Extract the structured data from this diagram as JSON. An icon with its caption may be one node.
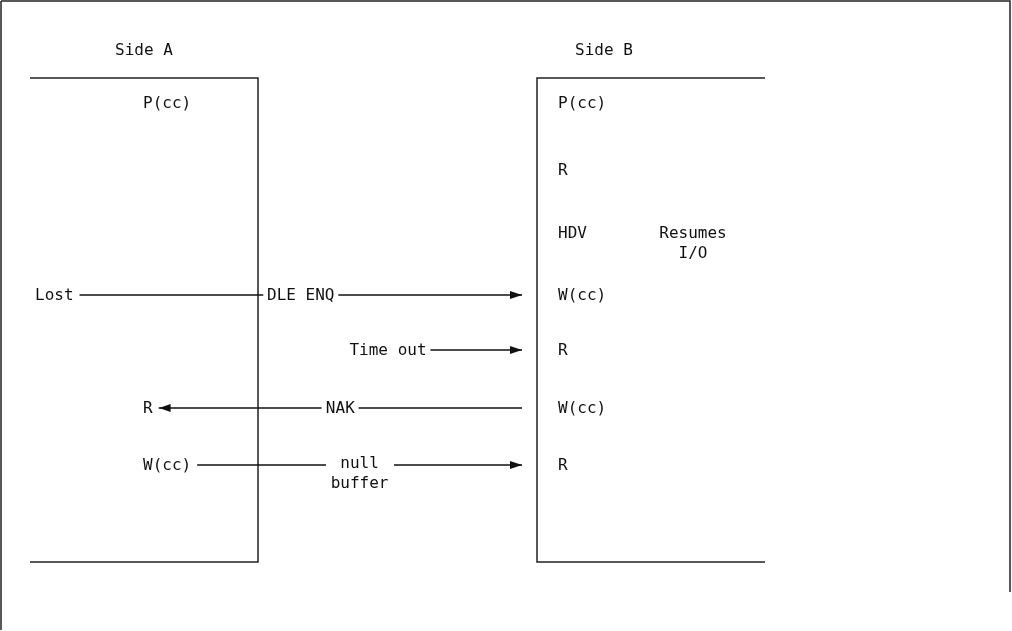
{
  "diagram": {
    "nodes": [
      {
        "text": [
          "Side A"
        ]
      },
      {
        "text": [
          "P(cc)"
        ],
        "in": 0
      },
      {
        "text": [
          "Lost"
        ],
        "in": 0
      },
      {
        "text": [
          "R"
        ],
        "in": 0
      },
      {
        "text": [
          "W(cc)"
        ],
        "in": 0
      },
      {
        "text": [
          "Side B"
        ]
      },
      {
        "text": [
          "P(cc)"
        ],
        "in": 5
      },
      {
        "text": [
          "R"
        ],
        "in": 5
      },
      {
        "text": [
          "HDV"
        ],
        "in": 5
      },
      {
        "text": [
          "Resumes I/O"
        ],
        "in": 5
      },
      {
        "text": [
          "W(cc)"
        ],
        "in": 5
      },
      {
        "text": [
          "R"
        ],
        "in": 5
      },
      {
        "text": [
          "W(cc)"
        ],
        "in": 5
      },
      {
        "text": [
          "R"
        ],
        "in": 5
      }
    ],
    "edges": [
      {
        "from": 2,
        "to": 10,
        "arrow": "to",
        "label": "DLE ENQ"
      },
      {
        "from": null,
        "to": 11,
        "arrow": "to",
        "label": "Time out"
      },
      {
        "from": 12,
        "to": 3,
        "arrow": "to",
        "label": "NAK"
      },
      {
        "from": 4,
        "to": 13,
        "arrow": "to",
        "label": "null buffer"
      }
    ]
  }
}
